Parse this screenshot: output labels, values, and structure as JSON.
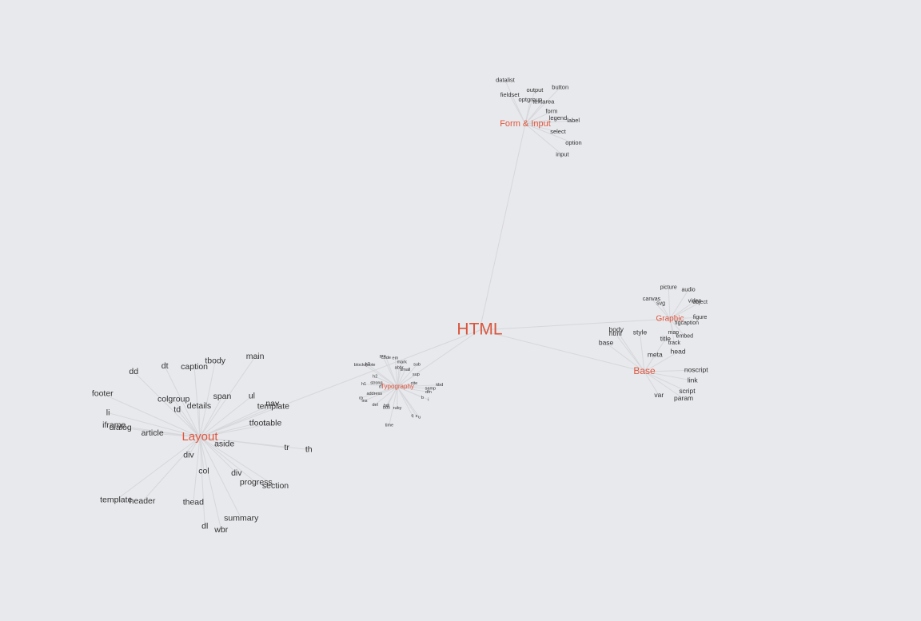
{
  "root": {
    "id": "html",
    "label": "HTML"
  },
  "colors": {
    "background": "#e8e9ed",
    "edge": "#d6d7db",
    "root": "#d9553c",
    "group": "#e0553b",
    "leaf": "#333333"
  },
  "groups": [
    {
      "id": "form",
      "label": "Form & Input",
      "children": [
        "datalist",
        "fieldset",
        "optgroup",
        "output",
        "textarea",
        "button",
        "form",
        "legend",
        "label",
        "select",
        "option",
        "input"
      ]
    },
    {
      "id": "graphic",
      "label": "Graphic",
      "children": [
        "canvas",
        "svg",
        "picture",
        "audio",
        "video",
        "object",
        "figure",
        "figcaption",
        "embed",
        "map",
        "track"
      ]
    },
    {
      "id": "base",
      "label": "Base",
      "children": [
        "base",
        "html",
        "body",
        "style",
        "title",
        "meta",
        "head",
        "noscript",
        "link",
        "script",
        "param",
        "var"
      ]
    },
    {
      "id": "typography",
      "label": "Typography",
      "children": [
        "strong",
        "h1",
        "h2",
        "h3",
        "blockquote",
        "code",
        "pre",
        "em",
        "abbr",
        "mark",
        "small",
        "sub",
        "sup",
        "cite",
        "kbd",
        "samp",
        "dfn",
        "b",
        "i",
        "u",
        "q",
        "s",
        "ruby",
        "time",
        "bdi",
        "bdo",
        "del",
        "ins",
        "address",
        "rp",
        "rt"
      ]
    },
    {
      "id": "layout",
      "label": "Layout",
      "children": [
        "dialog",
        "article",
        "iframe",
        "li",
        "footer",
        "td",
        "dd",
        "colgroup",
        "dt",
        "details",
        "caption",
        "tbody",
        "main",
        "span",
        "ul",
        "nav",
        "template",
        "tfoot",
        "table",
        "th",
        "tr",
        "aside",
        "progress",
        "section",
        "div",
        "summary",
        "wbr",
        "dl",
        "col",
        "thead",
        "div",
        "header",
        "template"
      ]
    }
  ]
}
